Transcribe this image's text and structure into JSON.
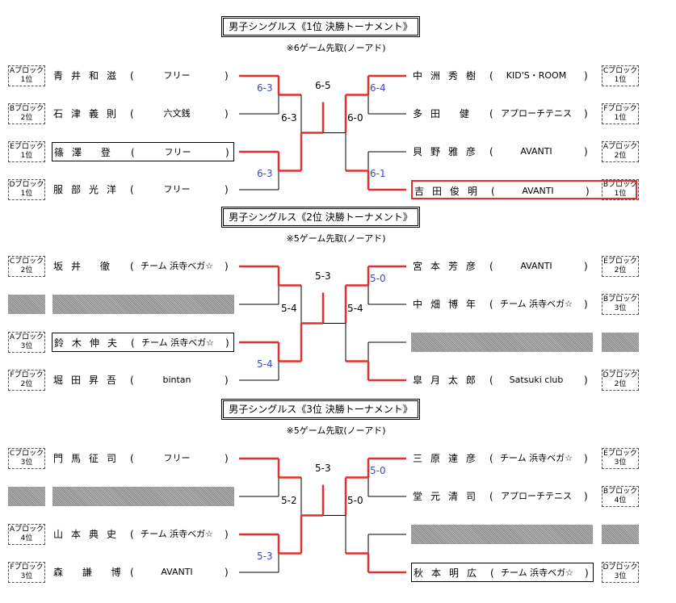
{
  "tournaments": [
    {
      "title": "男子シングルス《1位 決勝トーナメント》",
      "subtitle": "※6ゲーム先取(ノーアド)",
      "left": [
        {
          "badge": [
            "Aブロック",
            "1位"
          ],
          "name": "青井和滋",
          "club": "フリー",
          "highlight": ""
        },
        {
          "badge": [
            "Bブロック",
            "2位"
          ],
          "name": "石津義則",
          "club": "六文銭",
          "highlight": ""
        },
        {
          "badge": [
            "Eブロック",
            "1位"
          ],
          "name": "篠澤 登",
          "club": "フリー",
          "highlight": "black"
        },
        {
          "badge": [
            "Dブロック",
            "1位"
          ],
          "name": "服部光洋",
          "club": "フリー",
          "highlight": ""
        }
      ],
      "right": [
        {
          "badge": [
            "Cブロック",
            "1位"
          ],
          "name": "中洲秀樹",
          "club": "KID'S・ROOM",
          "highlight": ""
        },
        {
          "badge": [
            "Fブロック",
            "1位"
          ],
          "name": "多田 健",
          "club": "アプローチテニス",
          "highlight": ""
        },
        {
          "badge": [
            "Aブロック",
            "2位"
          ],
          "name": "貝野雅彦",
          "club": "AVANTI",
          "highlight": ""
        },
        {
          "badge": [
            "Bブロック",
            "1位"
          ],
          "name": "吉田俊明",
          "club": "AVANTI",
          "highlight": "red"
        }
      ],
      "scores": {
        "l1": "6-3",
        "l2": "6-3",
        "r1": "6-4",
        "r2": "6-1",
        "semi_left": "6-3",
        "semi_right": "6-0",
        "final": "6-5"
      }
    },
    {
      "title": "男子シングルス《2位 決勝トーナメント》",
      "subtitle": "※5ゲーム先取(ノーアド)",
      "left": [
        {
          "badge": [
            "Cブロック",
            "2位"
          ],
          "name": "坂井 徹",
          "club": "チーム 浜寺ベガ☆",
          "highlight": ""
        },
        {
          "badge": null,
          "name": "",
          "club": "",
          "highlight": "blank"
        },
        {
          "badge": [
            "Aブロック",
            "3位"
          ],
          "name": "鈴木伸夫",
          "club": "チーム 浜寺ベガ☆",
          "highlight": "black"
        },
        {
          "badge": [
            "Fブロック",
            "2位"
          ],
          "name": "堀田昇吾",
          "club": "bintan",
          "highlight": ""
        }
      ],
      "right": [
        {
          "badge": [
            "Eブロック",
            "2位"
          ],
          "name": "宮本芳彦",
          "club": "AVANTI",
          "highlight": ""
        },
        {
          "badge": [
            "Bブロック",
            "3位"
          ],
          "name": "中畑博年",
          "club": "チーム 浜寺ベガ☆",
          "highlight": ""
        },
        {
          "badge": null,
          "name": "",
          "club": "",
          "highlight": "blank"
        },
        {
          "badge": [
            "Dブロック",
            "2位"
          ],
          "name": "皐月太郎",
          "club": "Satsuki club",
          "highlight": ""
        }
      ],
      "scores": {
        "l1": "",
        "l2": "5-4",
        "r1": "5-0",
        "r2": "",
        "semi_left": "5-4",
        "semi_right": "5-4",
        "final": "5-3"
      }
    },
    {
      "title": "男子シングルス《3位 決勝トーナメント》",
      "subtitle": "※5ゲーム先取(ノーアド)",
      "left": [
        {
          "badge": [
            "Cブロック",
            "3位"
          ],
          "name": "門馬征司",
          "club": "フリー",
          "highlight": ""
        },
        {
          "badge": null,
          "name": "",
          "club": "",
          "highlight": "blank"
        },
        {
          "badge": [
            "Aブロック",
            "4位"
          ],
          "name": "山本典史",
          "club": "チーム 浜寺ベガ☆",
          "highlight": ""
        },
        {
          "badge": [
            "Fブロック",
            "3位"
          ],
          "name": "森 謙 博",
          "club": "AVANTI",
          "highlight": ""
        }
      ],
      "right": [
        {
          "badge": [
            "Eブロック",
            "3位"
          ],
          "name": "三原達彦",
          "club": "チーム 浜寺ベガ☆",
          "highlight": ""
        },
        {
          "badge": [
            "Bブロック",
            "4位"
          ],
          "name": "堂元清司",
          "club": "アプローチテニス",
          "highlight": ""
        },
        {
          "badge": null,
          "name": "",
          "club": "",
          "highlight": "blank"
        },
        {
          "badge": [
            "Dブロック",
            "3位"
          ],
          "name": "秋本明広",
          "club": "チーム 浜寺ベガ☆",
          "highlight": "black"
        }
      ],
      "scores": {
        "l1": "",
        "l2": "5-3",
        "r1": "5-0",
        "r2": "",
        "semi_left": "5-2",
        "semi_right": "5-0",
        "final": "5-3"
      }
    }
  ]
}
